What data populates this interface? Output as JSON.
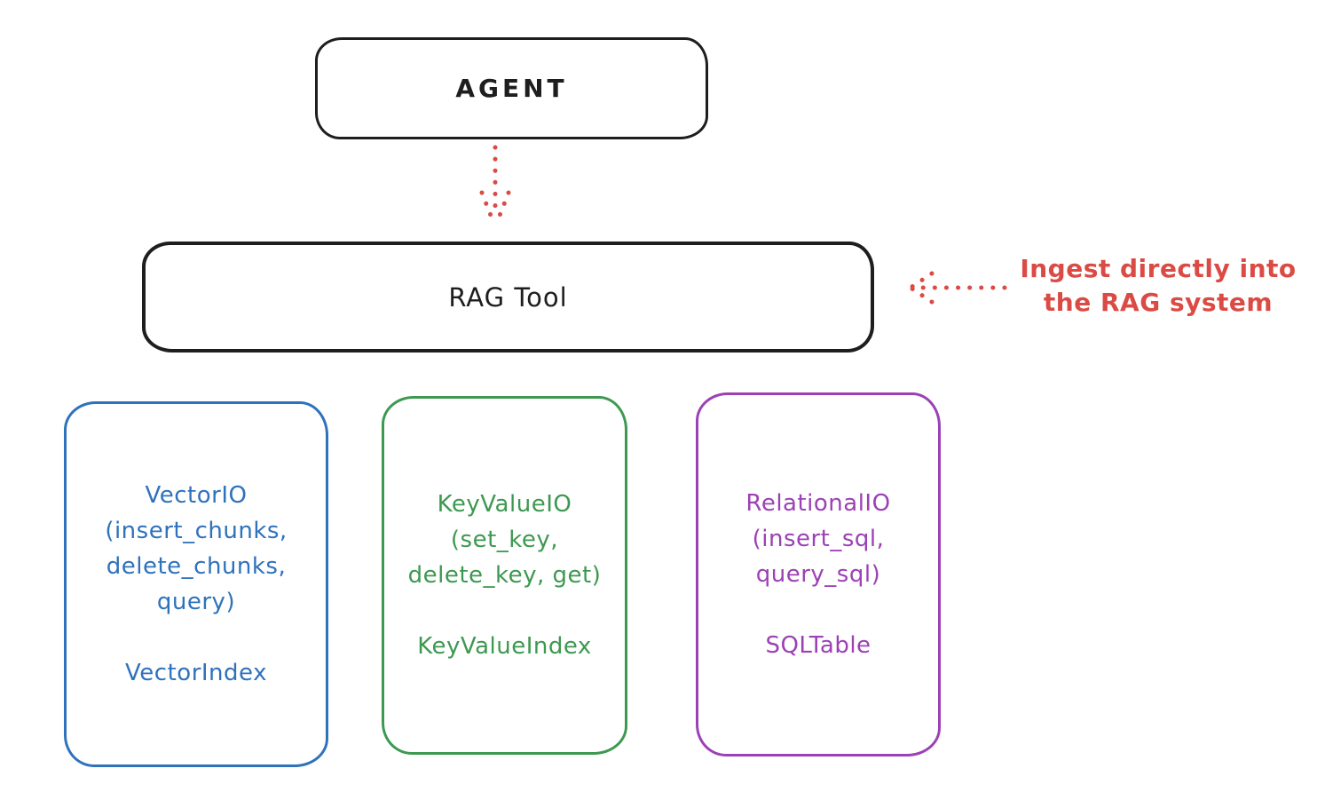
{
  "colors": {
    "ink": "#1e1e1e",
    "red": "#db4b45",
    "blue": "#2f72bc",
    "green": "#3d9950",
    "purple": "#9c41b5",
    "background": "#ffffff"
  },
  "nodes": {
    "agent": {
      "label": "AGENT"
    },
    "rag_tool": {
      "label": "RAG Tool"
    }
  },
  "annotation": {
    "line1": "Ingest directly into",
    "line2": "the RAG system"
  },
  "arrows": [
    {
      "name": "agent-to-rag",
      "style": "dotted",
      "direction": "down",
      "color": "#db4b45"
    },
    {
      "name": "ingest-into-rag",
      "style": "dotted",
      "direction": "left",
      "color": "#db4b45"
    }
  ],
  "cards": [
    {
      "id": "vector-io",
      "color": "#2f72bc",
      "lines": [
        "VectorIO",
        "(insert_chunks,",
        "delete_chunks,",
        "query)"
      ],
      "index_label": "VectorIndex"
    },
    {
      "id": "keyvalue-io",
      "color": "#3d9950",
      "lines": [
        "KeyValueIO",
        "(set_key,",
        "delete_key, get)"
      ],
      "index_label": "KeyValueIndex"
    },
    {
      "id": "relational-io",
      "color": "#9c41b5",
      "lines": [
        "RelationalIO",
        "(insert_sql,",
        "query_sql)"
      ],
      "index_label": "SQLTable"
    }
  ]
}
